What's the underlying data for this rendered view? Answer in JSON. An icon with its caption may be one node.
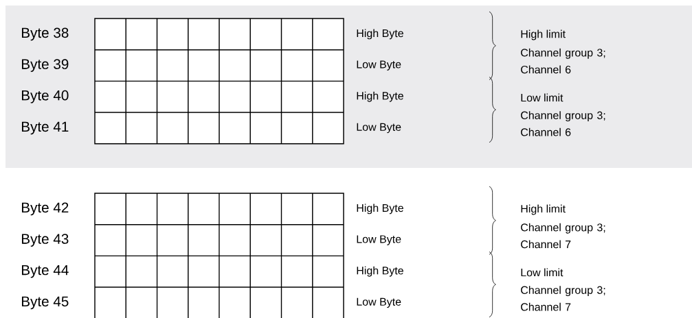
{
  "diagram": {
    "labels": [
      "Byte 38",
      "High Byte",
      "High limit",
      "Channel group 3; Channel 6",
      "Byte 39",
      "Low Byte",
      "Byte 40",
      "High Byte",
      "Low limit",
      "Channel group 3; Channel 6",
      "Byte 41",
      "Low Byte",
      "Byte 42",
      "High Byte",
      "High limit",
      "Channel group 3; Channel 7",
      "Byte 43",
      "Low Byte",
      "Byte 44",
      "High Byte",
      "Low limit",
      "Channel group 3; Channel 7",
      "Byte 45",
      "Low Byte"
    ]
  }
}
